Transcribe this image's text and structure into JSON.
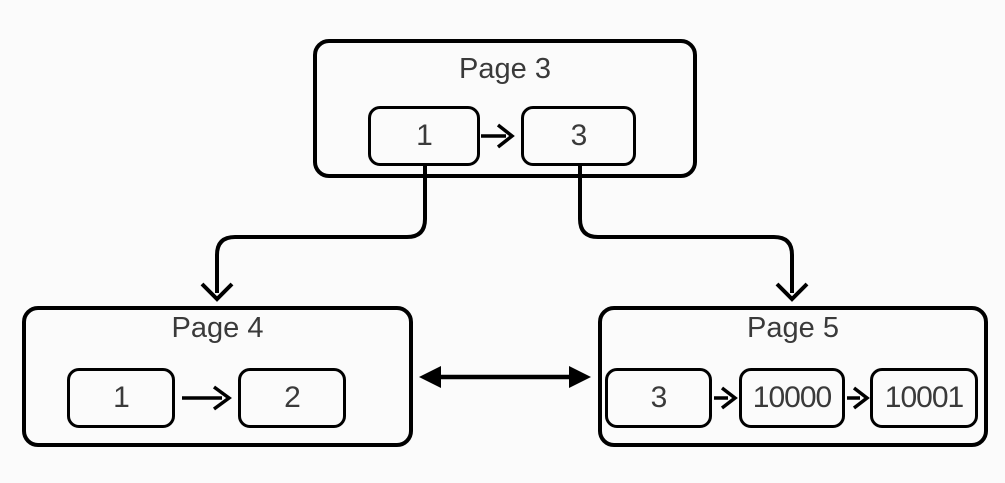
{
  "diagram": {
    "colors": {
      "background": "#fbfbfb",
      "fill": "#fbfbfb",
      "line": "#000000",
      "text": "#3a3a3a"
    },
    "pages": [
      {
        "title": "Page 3",
        "nodes": [
          "1",
          "3"
        ]
      },
      {
        "title": "Page 4",
        "nodes": [
          "1",
          "2"
        ]
      },
      {
        "title": "Page 5",
        "nodes": [
          "3",
          "10000",
          "10001"
        ]
      }
    ],
    "edges": [
      {
        "from": "Page 3 node 1",
        "to": "Page 4",
        "style": "single-arrow"
      },
      {
        "from": "Page 3 node 3",
        "to": "Page 5",
        "style": "single-arrow"
      },
      {
        "from": "Page 4",
        "to": "Page 5",
        "style": "double-arrow"
      },
      {
        "from": "Page 3 node 1",
        "to": "Page 3 node 3",
        "style": "single-arrow"
      },
      {
        "from": "Page 4 node 1",
        "to": "Page 4 node 2",
        "style": "single-arrow"
      },
      {
        "from": "Page 5 node 3",
        "to": "Page 5 node 10000",
        "style": "single-arrow"
      },
      {
        "from": "Page 5 node 10000",
        "to": "Page 5 node 10001",
        "style": "single-arrow"
      }
    ]
  }
}
